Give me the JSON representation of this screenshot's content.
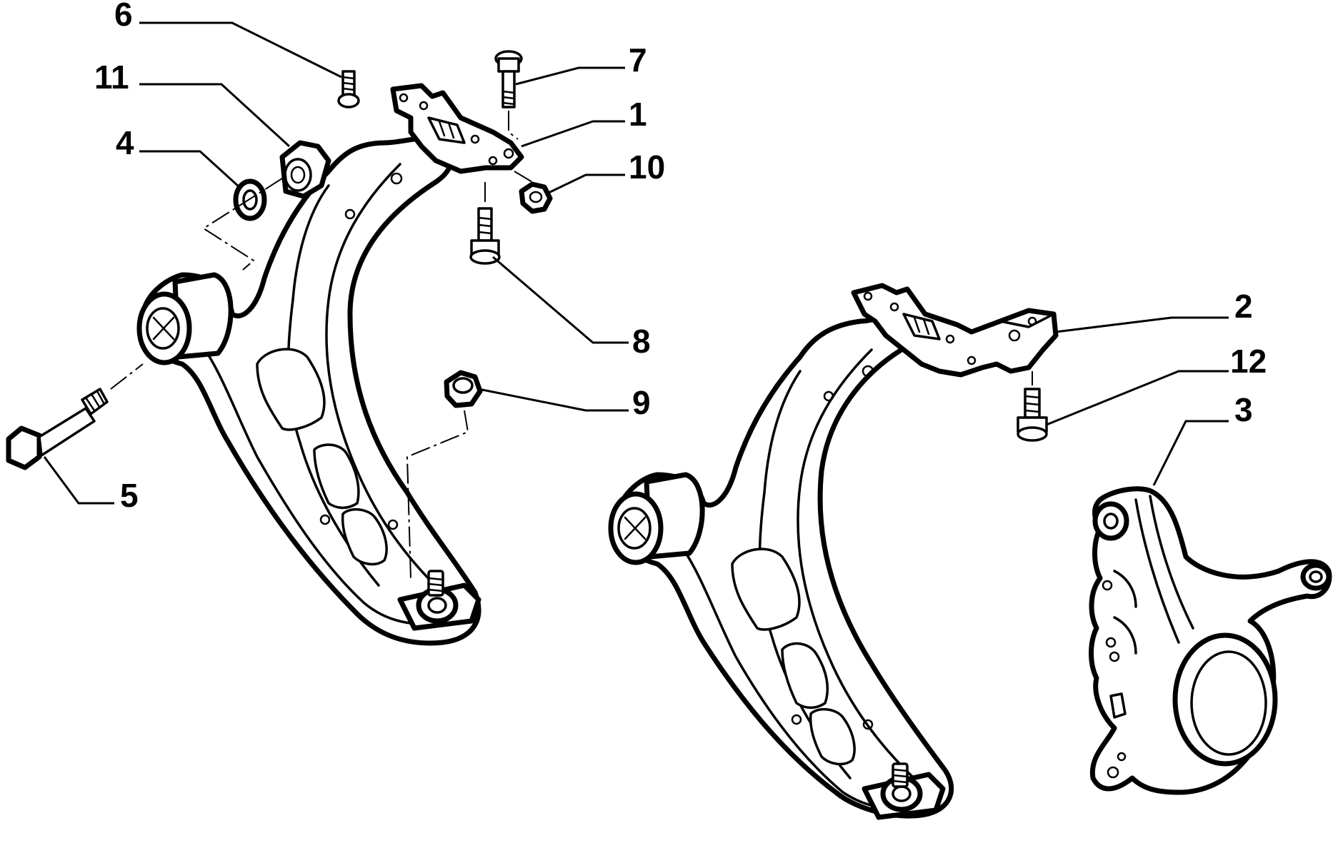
{
  "callouts": [
    {
      "id": "part-6",
      "label": "6"
    },
    {
      "id": "part-11",
      "label": "11"
    },
    {
      "id": "part-4",
      "label": "4"
    },
    {
      "id": "part-7",
      "label": "7"
    },
    {
      "id": "part-1",
      "label": "1"
    },
    {
      "id": "part-10",
      "label": "10"
    },
    {
      "id": "part-8",
      "label": "8"
    },
    {
      "id": "part-9",
      "label": "9"
    },
    {
      "id": "part-5",
      "label": "5"
    },
    {
      "id": "part-2",
      "label": "2"
    },
    {
      "id": "part-12",
      "label": "12"
    },
    {
      "id": "part-3",
      "label": "3"
    }
  ]
}
